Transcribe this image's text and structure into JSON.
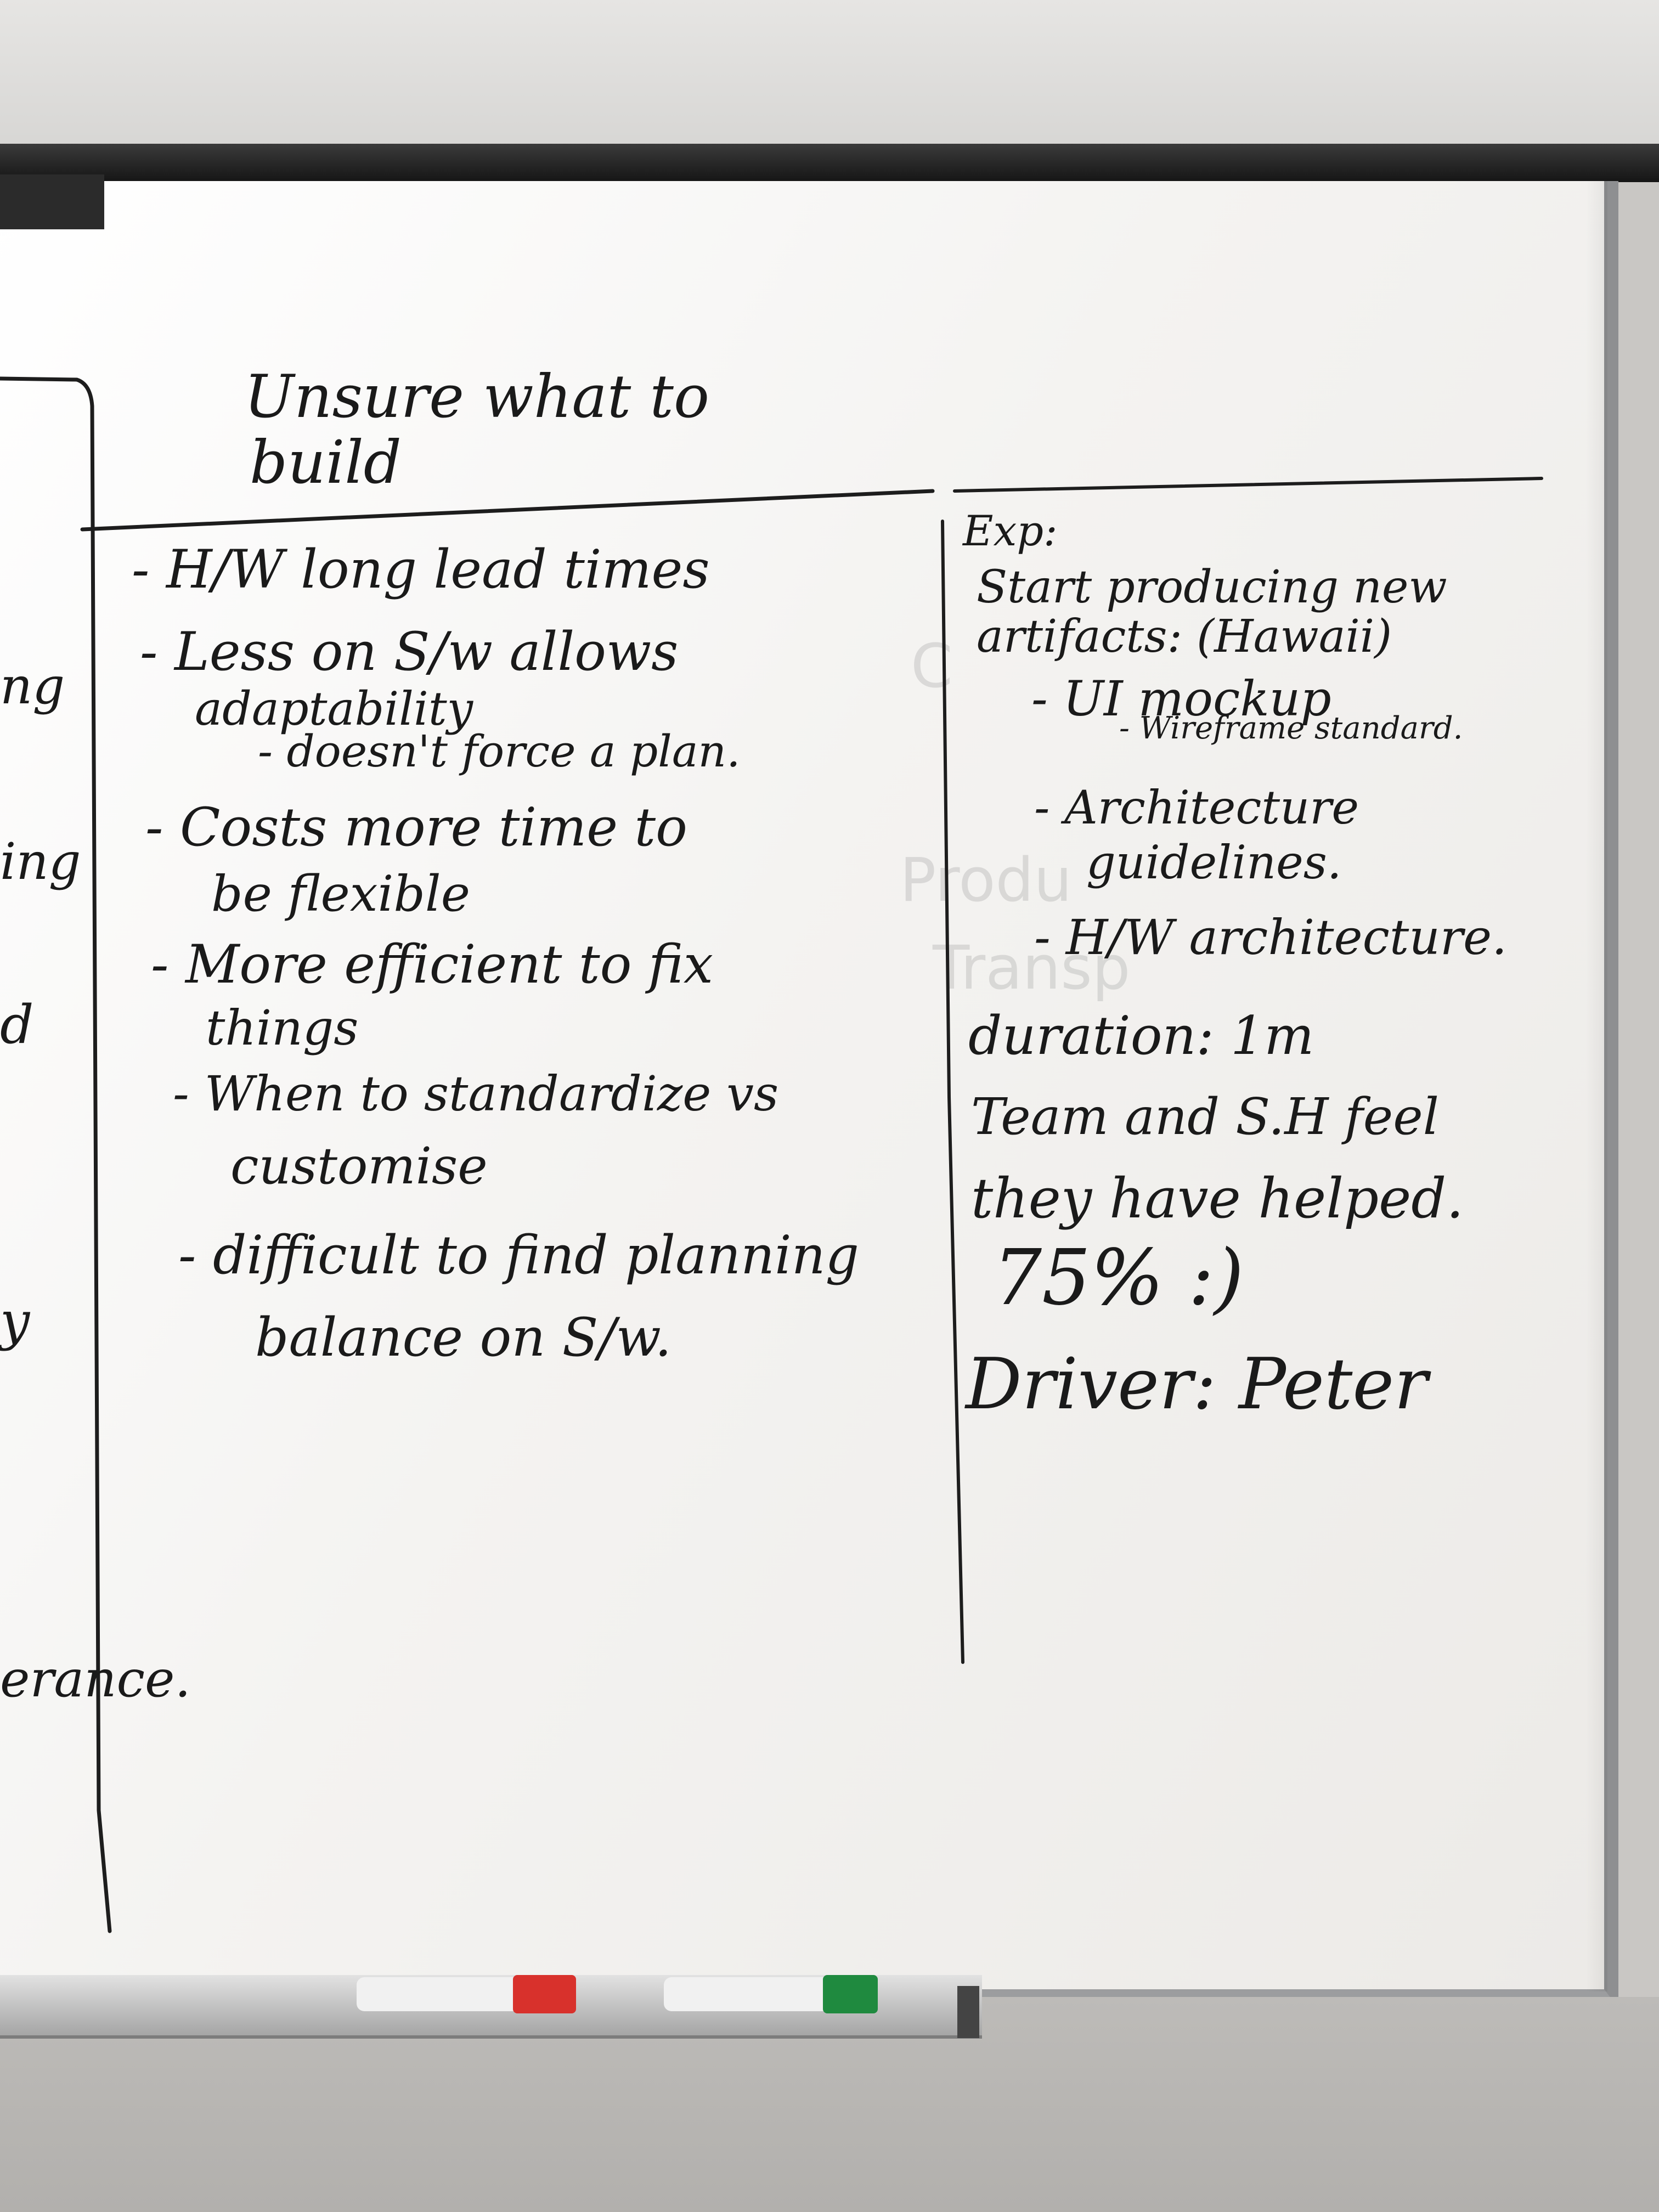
{
  "left_column_fragments": [
    "ng",
    "ing",
    "d",
    "y",
    "erance."
  ],
  "middle_column": {
    "heading_line1": "Unsure what to",
    "heading_line2": "build",
    "items": [
      "- H/W long lead times",
      "- Less on S/w allows",
      "adaptability",
      "- doesn't force a plan.",
      "- Costs more time to",
      "be flexible",
      "- More efficient to fix",
      "things",
      "- When to standardize vs",
      "customise",
      "- difficult to find planning",
      "balance on S/w."
    ]
  },
  "right_column": {
    "exp_label": "Exp:",
    "lines": [
      "Start producing new",
      "artifacts: (Hawaii)",
      "- UI mockup",
      "- Wireframe standard.",
      "- Architecture",
      "guidelines.",
      "- H/W architecture.",
      "duration: 1m",
      "Team and S.H feel",
      "they have helped.",
      "75% :)",
      "Driver: Peter"
    ]
  },
  "colors": {
    "ink": "#1a1a1a",
    "red_marker": "#d8312c",
    "green_marker": "#1f8a3f"
  }
}
